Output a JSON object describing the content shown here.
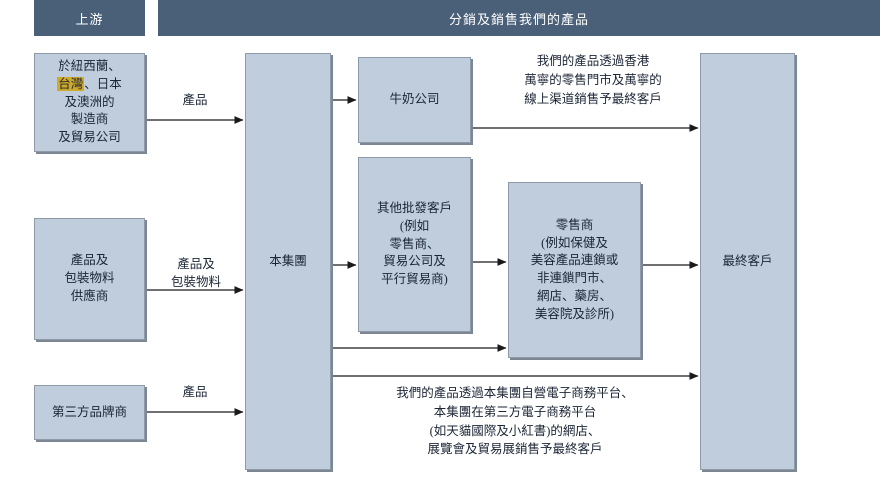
{
  "headers": {
    "upstream": "上游",
    "distribution": "分銷及銷售我們的產品"
  },
  "colors": {
    "header_bg": "#4a6079",
    "box_fill": "#bfcddc",
    "box_border": "#8e9aa8",
    "highlight": "#cfa92a",
    "text": "#1b2535",
    "arrow": "#1a1a1a"
  },
  "boxes": {
    "manufacturers": {
      "line1": "於紐西蘭、",
      "line2_pre": "",
      "line2_hl": "台灣",
      "line2_post": "、日本",
      "line3": "及澳洲的",
      "line4": "製造商",
      "line5": "及貿易公司"
    },
    "suppliers": {
      "line1": "產品及",
      "line2": "包裝物料",
      "line3": "供應商"
    },
    "third_party_brands": {
      "line1": "第三方品牌商"
    },
    "group": {
      "line1": "本集團"
    },
    "milk_company": {
      "line1": "牛奶公司"
    },
    "other_wholesale": {
      "line1": "其他批發客戶",
      "line2": "(例如",
      "line3": "零售商、",
      "line4": "貿易公司及",
      "line5": "平行貿易商)"
    },
    "retailers": {
      "line1": "零售商",
      "line2": "(例如保健及",
      "line3": "美容產品連鎖或",
      "line4": "非連鎖門市、",
      "line5": "網店、藥房、",
      "line6": "美容院及診所)"
    },
    "end_customers": {
      "line1": "最終客戶"
    }
  },
  "arrow_labels": {
    "products_top": "產品",
    "products_and_packaging_l1": "產品及",
    "products_and_packaging_l2": "包裝物料",
    "products_bottom": "產品"
  },
  "notes": {
    "mannings": {
      "line1": "我們的產品透過香港",
      "line2": "萬寧的零售門市及萬寧的",
      "line3": "線上渠道銷售予最終客戶"
    },
    "ecommerce": {
      "line1": "我們的產品透過本集團自營電子商務平台、",
      "line2": "本集團在第三方電子商務平台",
      "line3": "(如天貓國際及小紅書)的網店、",
      "line4": "展覽會及貿易展銷售予最終客戶"
    }
  }
}
